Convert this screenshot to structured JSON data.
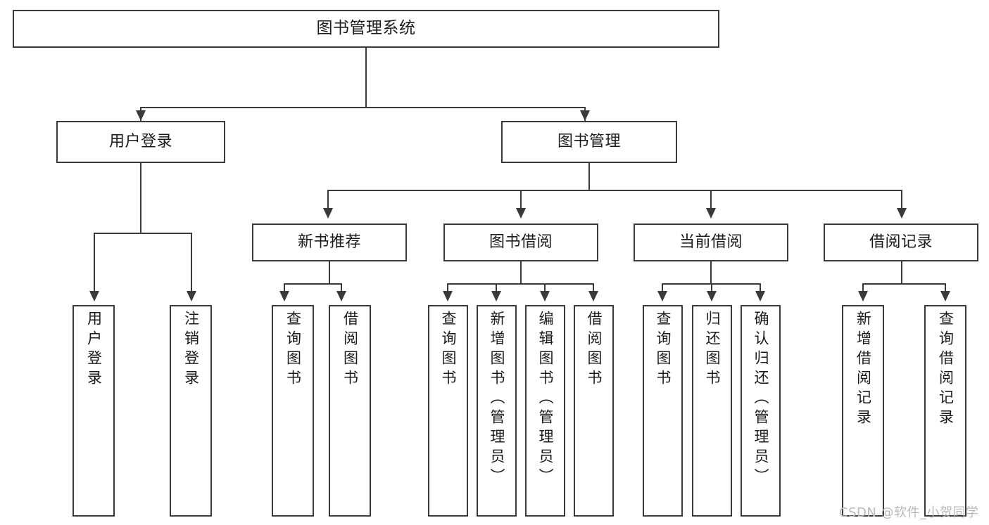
{
  "diagram": {
    "title": "图书管理系统",
    "type": "tree",
    "watermark": "CSDN @软件_小贺同学",
    "colors": {
      "stroke": "#3a3a3a",
      "fill": "#ffffff",
      "text": "#1b1b1b",
      "watermark": "#b9b9b9"
    },
    "levels": {
      "level1": [
        {
          "id": "root",
          "label": "图书管理系统"
        }
      ],
      "level2": [
        {
          "id": "user-login",
          "label": "用户登录"
        },
        {
          "id": "book-admin",
          "label": "图书管理"
        }
      ],
      "level3": [
        {
          "id": "new-book-rec",
          "label": "新书推荐"
        },
        {
          "id": "book-borrow",
          "label": "图书借阅"
        },
        {
          "id": "current-borrow",
          "label": "当前借阅"
        },
        {
          "id": "borrow-record",
          "label": "借阅记录"
        }
      ],
      "level4": [
        {
          "id": "leaf-user-login",
          "parent": "user-login",
          "label": "用户登录"
        },
        {
          "id": "leaf-logout",
          "parent": "user-login",
          "label": "注销登录"
        },
        {
          "id": "leaf-query-book-1",
          "parent": "new-book-rec",
          "label": "查询图书"
        },
        {
          "id": "leaf-borrow-book-1",
          "parent": "new-book-rec",
          "label": "借阅图书"
        },
        {
          "id": "leaf-query-book-2",
          "parent": "book-borrow",
          "label": "查询图书"
        },
        {
          "id": "leaf-add-book",
          "parent": "book-borrow",
          "label": "新增图书（管理员）"
        },
        {
          "id": "leaf-edit-book",
          "parent": "book-borrow",
          "label": "编辑图书（管理员）"
        },
        {
          "id": "leaf-borrow-book-2",
          "parent": "book-borrow",
          "label": "借阅图书"
        },
        {
          "id": "leaf-query-book-3",
          "parent": "current-borrow",
          "label": "查询图书"
        },
        {
          "id": "leaf-return-book",
          "parent": "current-borrow",
          "label": "归还图书"
        },
        {
          "id": "leaf-confirm-return",
          "parent": "current-borrow",
          "label": "确认归还（管理员）"
        },
        {
          "id": "leaf-add-record",
          "parent": "borrow-record",
          "label": "新增借阅记录"
        },
        {
          "id": "leaf-query-record",
          "parent": "borrow-record",
          "label": "查询借阅记录"
        }
      ]
    }
  }
}
